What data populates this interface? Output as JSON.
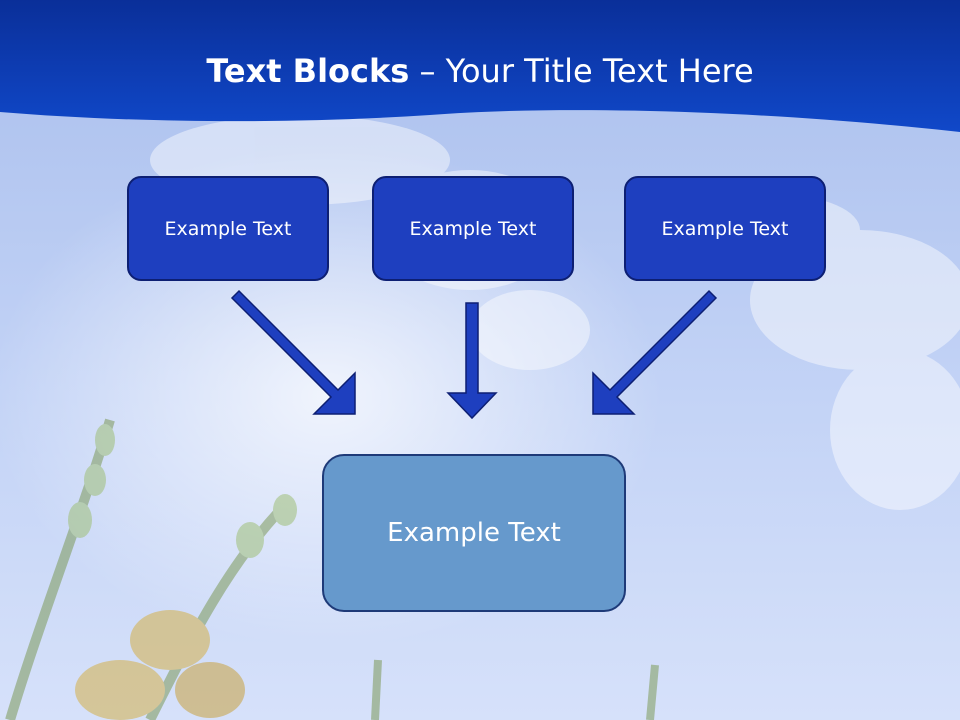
{
  "slide": {
    "title_bold": "Text Blocks",
    "title_dash": " – ",
    "title_rest": "Your Title Text Here"
  },
  "diagram": {
    "top_blocks": [
      "Example Text",
      "Example Text",
      "Example Text"
    ],
    "bottom_block": "Example Text"
  },
  "colors": {
    "header_blue": "#0d3bb8",
    "sky": "#bcd0f5",
    "top_box_fill": "#1e3fbf",
    "bottom_box_fill": "#6699cc",
    "arrow": "#1e3fbf"
  }
}
